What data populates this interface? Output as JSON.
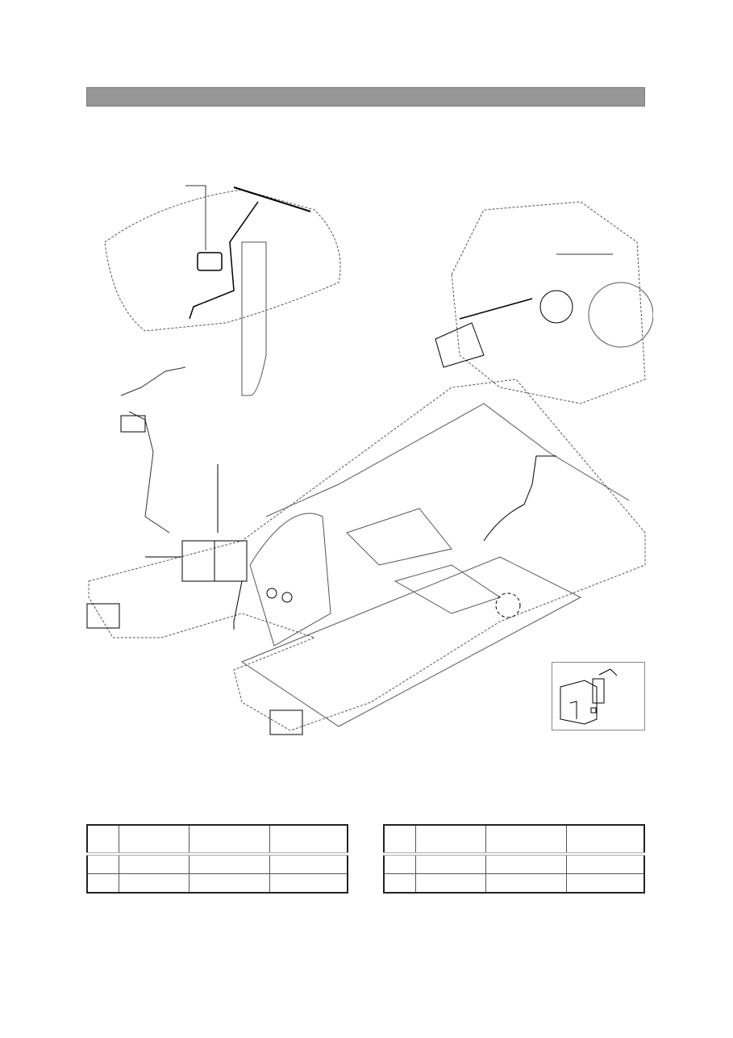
{
  "header_bar": {
    "color": "#979797"
  },
  "figure": {
    "type": "exploded parts diagram (line art)",
    "inset": true
  },
  "tables": [
    {
      "columns": 4,
      "rows": 3
    },
    {
      "columns": 4,
      "rows": 3
    }
  ]
}
